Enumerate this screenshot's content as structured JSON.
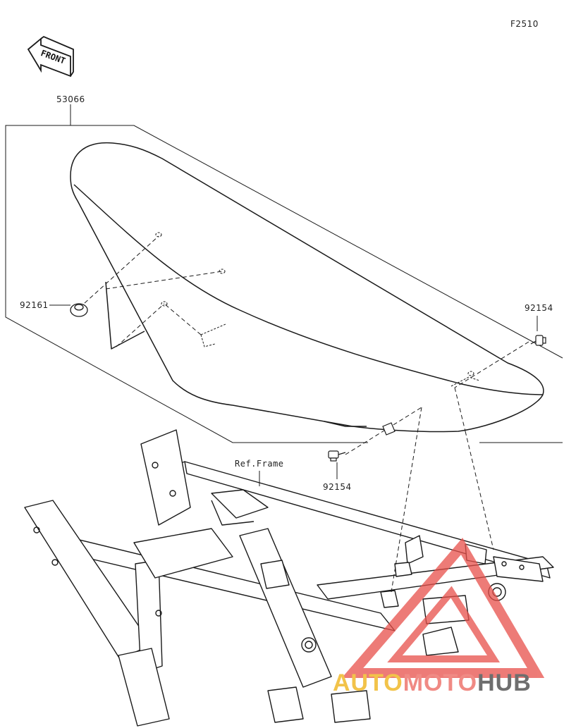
{
  "figure_code": "F2510",
  "front_arrow_label": "FRONT",
  "callouts": {
    "seat_assembly": "53066",
    "damper": "92161",
    "bolt_right": "92154",
    "bolt_bottom": "92154",
    "frame_reference": "Ref.Frame"
  },
  "watermark": {
    "part1": "AUTO",
    "part2": "MOTO",
    "part3": "HUB",
    "colors": {
      "part1": "#f2c34a",
      "part2": "#f08a84",
      "part3": "#6e6e6e",
      "triangle": "#e8504a"
    }
  }
}
